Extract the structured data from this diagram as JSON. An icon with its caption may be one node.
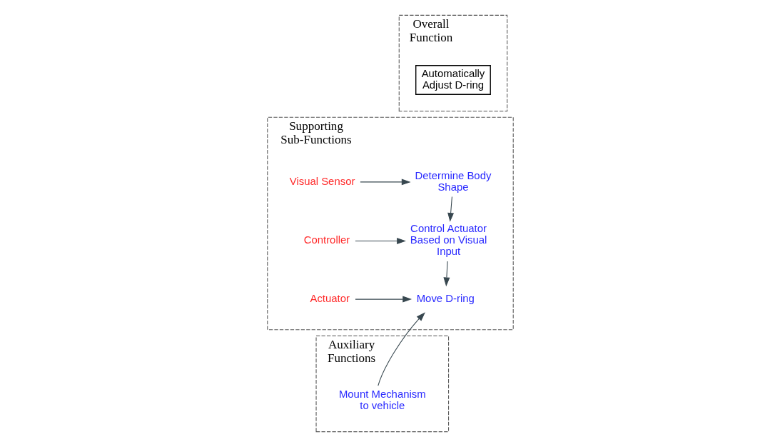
{
  "diagram": {
    "nodes": [
      {
        "text": [
          "Overall Function"
        ]
      },
      {
        "text": [
          "Automatically Adjust D-ring"
        ],
        "in": 0
      },
      {
        "text": [
          "Supporting Sub-Functions"
        ]
      },
      {
        "text": [
          "Visual Sensor"
        ],
        "in": 2
      },
      {
        "text": [
          "Determine Body Shape"
        ],
        "in": 2
      },
      {
        "text": [
          "Controller"
        ],
        "in": 2
      },
      {
        "text": [
          "Control Actuator Based on Visual Input"
        ],
        "in": 2
      },
      {
        "text": [
          "Actuator"
        ],
        "in": 2
      },
      {
        "text": [
          "Move D-ring"
        ],
        "in": 2
      },
      {
        "text": [
          "Auxiliary Functions"
        ]
      },
      {
        "text": [
          "Mount Mechanism to vehicle"
        ],
        "in": 9
      }
    ],
    "edges": [
      {
        "from": 3,
        "to": 4,
        "arrow": "to"
      },
      {
        "from": 4,
        "to": 6,
        "arrow": "to"
      },
      {
        "from": 5,
        "to": 6,
        "arrow": "to"
      },
      {
        "from": 6,
        "to": 8,
        "arrow": "to"
      },
      {
        "from": 7,
        "to": 8,
        "arrow": "to"
      },
      {
        "from": 10,
        "to": 8,
        "arrow": "to"
      }
    ]
  }
}
